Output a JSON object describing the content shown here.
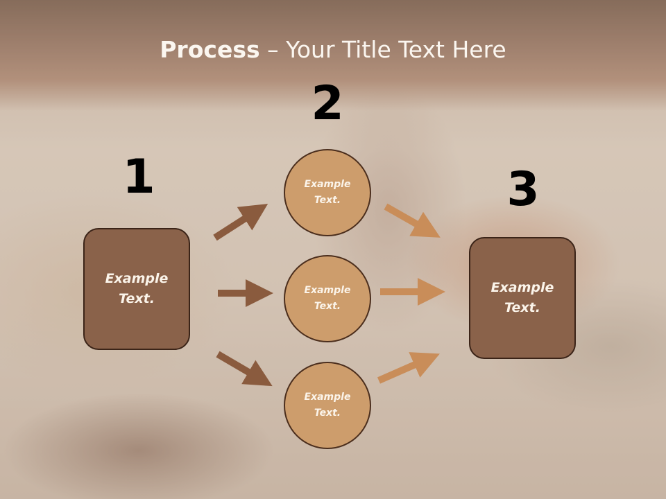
{
  "slide": {
    "title_bold": "Process",
    "title_rest": " – Your Title Text Here"
  },
  "steps": {
    "one": "1",
    "two": "2",
    "three": "3"
  },
  "nodes": {
    "left_box": [
      "Example",
      "Text."
    ],
    "circle_top": [
      "Example",
      "Text."
    ],
    "circle_middle": [
      "Example",
      "Text."
    ],
    "circle_bottom": [
      "Example",
      "Text."
    ],
    "right_box": [
      "Example",
      "Text."
    ]
  },
  "colors": {
    "box_fill": "#8a624a",
    "circle_fill": "#cd9d6c",
    "arrow_dark": "#8a5b3e",
    "arrow_light": "#c98d59"
  }
}
